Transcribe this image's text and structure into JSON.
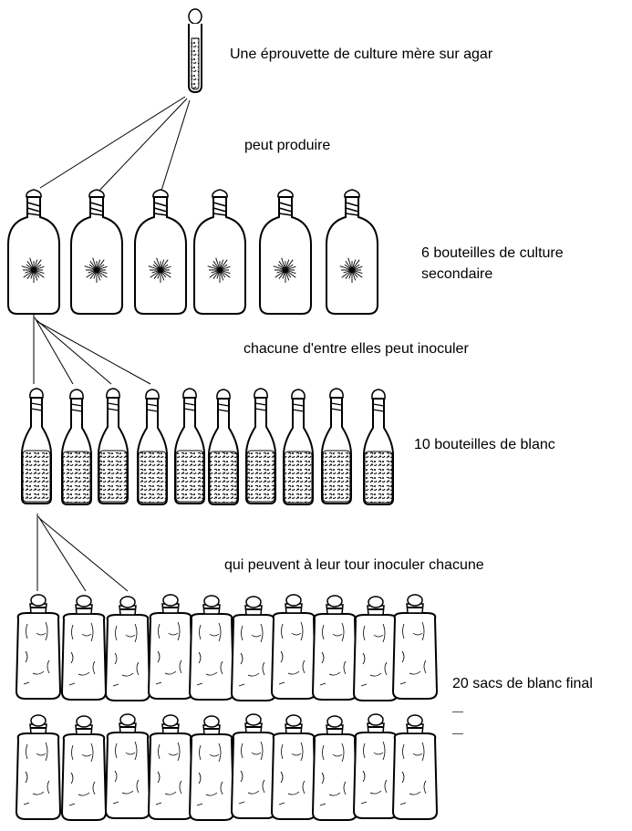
{
  "labels": {
    "test_tube": "Une éprouvette de culture mère sur agar",
    "can_produce": "peut produire",
    "secondary_line1": "6 bouteilles de culture",
    "secondary_line2": "secondaire",
    "each_can_inoculate": "chacune d'entre elles peut inoculer",
    "spawn_bottles": "10 bouteilles de blanc",
    "which_in_turn": "qui peuvent à leur tour inoculer chacune",
    "final_bags": "20 sacs de blanc final"
  },
  "counts": {
    "test_tubes": 1,
    "secondary_bottles": 6,
    "spawn_bottles": 10,
    "final_bags": 20
  },
  "colors": {
    "ink": "#000000",
    "background": "#ffffff"
  }
}
